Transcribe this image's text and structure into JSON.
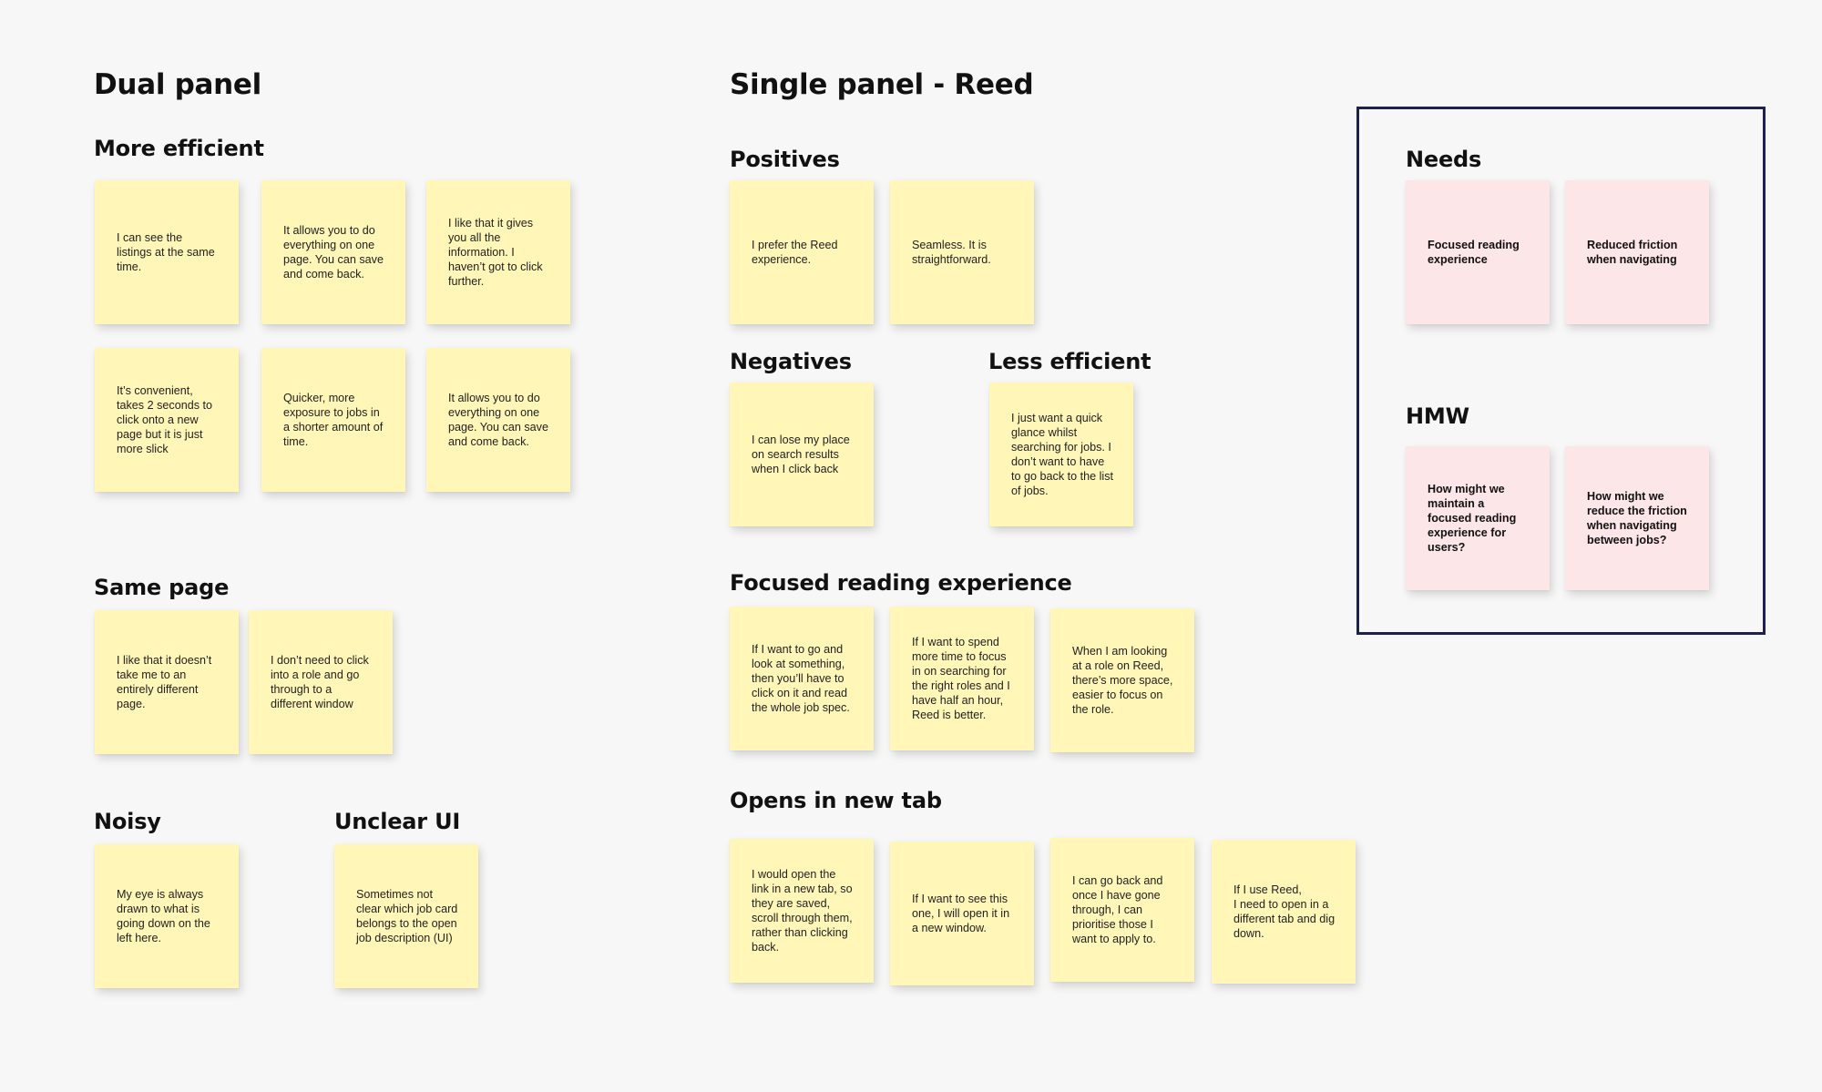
{
  "headings": {
    "dual_panel": "Dual panel",
    "single_panel": "Single panel - Reed"
  },
  "sections": {
    "more_efficient": {
      "title": "More efficient",
      "notes": [
        "I can see the listings at the same time.",
        "It allows you to do everything on one page. You can save and come back.",
        "I like that it gives you all the information. I haven’t got to click further.",
        "It’s convenient, takes 2 seconds to click onto a new page but it is just more slick",
        "Quicker, more exposure to jobs in a shorter amount of time.",
        "It allows you to do everything on one page. You can save and come back."
      ]
    },
    "same_page": {
      "title": "Same page",
      "notes": [
        "I like that it doesn’t take me to an entirely different page.",
        "I don’t need to click into a role and go through to a different window"
      ]
    },
    "noisy": {
      "title": "Noisy",
      "notes": [
        "My eye is always drawn to what is going down on the left here."
      ]
    },
    "unclear_ui": {
      "title": "Unclear UI",
      "notes": [
        "Sometimes not clear which job card belongs to the open job description (UI)"
      ]
    },
    "positives": {
      "title": "Positives",
      "notes": [
        "I prefer the Reed experience.",
        "Seamless. It is straightforward."
      ]
    },
    "negatives": {
      "title": "Negatives",
      "notes": [
        "I can lose my place on search results when I click back"
      ]
    },
    "less_efficient": {
      "title": "Less efficient",
      "notes": [
        "I just want a quick glance whilst searching for jobs. I don’t want to have to go back to the list of jobs."
      ]
    },
    "focused_reading": {
      "title": "Focused reading experience",
      "notes": [
        "If I want to go and look at something, then you’ll have to click on it and read the whole job spec.",
        "If I want to spend more time to focus in on searching for the right roles and I have half an hour, Reed is better.",
        "When I am looking at a role on Reed, there’s more space, easier to focus on the role."
      ]
    },
    "opens_new_tab": {
      "title": "Opens in new tab",
      "notes": [
        "I would open the link in a new tab, so they are saved, scroll through them, rather than clicking back.",
        "If I want to see this one, I will open it in a new window.",
        "I can go back and once I have gone through, I can prioritise those I want to apply to.",
        "If I use Reed,\nI need to open in a different tab and dig down."
      ]
    },
    "needs": {
      "title": "Needs",
      "notes": [
        "Focused reading experience",
        "Reduced friction when navigating"
      ]
    },
    "hmw": {
      "title": "HMW",
      "notes": [
        "How might we maintain a focused reading experience for users?",
        "How might we reduce the friction when navigating between jobs?"
      ]
    }
  },
  "colors": {
    "canvas": "#f7f7f7",
    "sticky_yellow": "#fff6b8",
    "sticky_pink": "#fde6e8",
    "frame_border": "#1d2050"
  }
}
